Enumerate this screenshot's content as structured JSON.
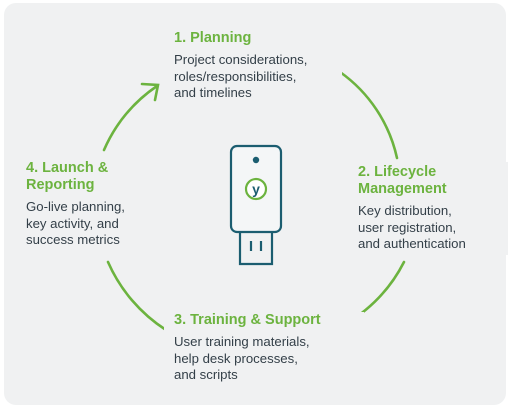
{
  "steps": [
    {
      "id": "planning",
      "title": "1. Planning",
      "description": "Project considerations,\nroles/responsibilities,\nand timelines"
    },
    {
      "id": "lifecycle",
      "title": "2. Lifecycle\nManagement",
      "description": "Key distribution,\nuser registration,\nand authentication"
    },
    {
      "id": "training",
      "title": "3. Training & Support",
      "description": "User training materials,\nhelp desk processes,\nand scripts"
    },
    {
      "id": "launch",
      "title": "4. Launch &\nReporting",
      "description": "Go-live planning,\nkey activity, and\nsuccess metrics"
    }
  ],
  "device": {
    "logo_letter": "y"
  },
  "colors": {
    "accent": "#6cb33f",
    "text": "#333f48",
    "device": "#1b5d70",
    "background": "#f0f1f2"
  },
  "icons": [
    "cycle-arrow-icon",
    "security-key-icon"
  ]
}
